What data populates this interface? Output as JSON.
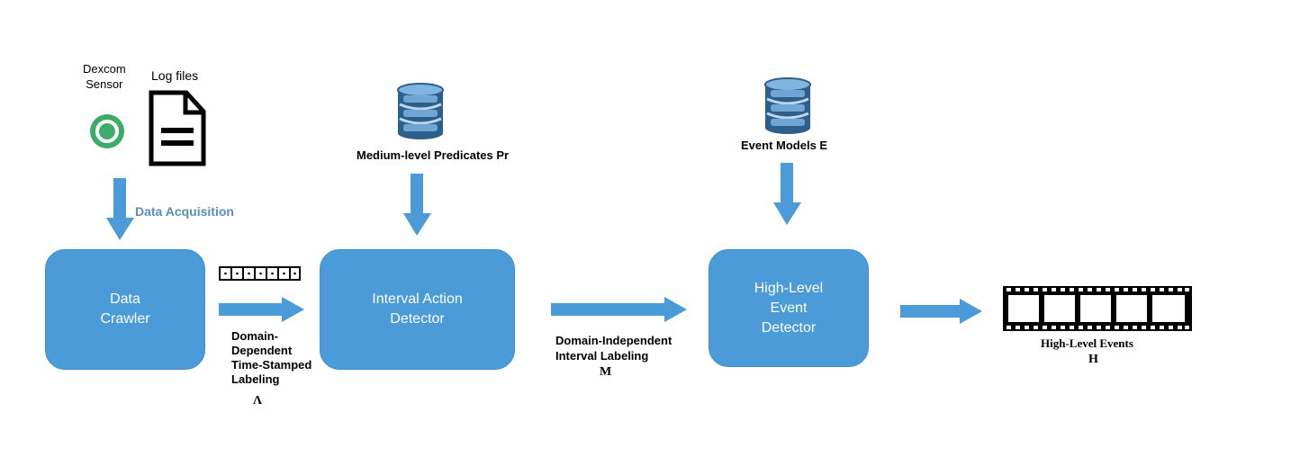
{
  "sources": {
    "dexcom_line1": "Dexcom",
    "dexcom_line2": "Sensor",
    "logfiles": "Log files"
  },
  "labels": {
    "data_acquisition": "Data Acquisition",
    "medium_predicates": "Medium-level Predicates Pr",
    "event_models": "Event Models E",
    "dd_line1": "Domain-",
    "dd_line2": "Dependent",
    "dd_line3": "Time-Stamped",
    "dd_line4": "Labeling",
    "dd_symbol": "Λ",
    "di_line1": "Domain-Independent",
    "di_line2": "Interval Labeling",
    "di_symbol": "M",
    "hle_label": "High-Level Events",
    "hle_symbol": "H"
  },
  "boxes": {
    "crawler_line1": "Data",
    "crawler_line2": "Crawler",
    "interval_line1": "Interval Action",
    "interval_line2": "Detector",
    "hl_line1": "High-Level",
    "hl_line2": "Event",
    "hl_line3": "Detector"
  },
  "colors": {
    "box_fill": "#4a9bd8",
    "arrow": "#4a9bd8",
    "dexcom_green": "#3dab6a",
    "acquisition_text": "#5a8fb8"
  },
  "icons": {
    "sensor": "dexcom-sensor-icon",
    "document": "document-icon",
    "database": "database-icon",
    "sequence": "timestamp-sequence-icon",
    "film": "film-strip-icon"
  }
}
